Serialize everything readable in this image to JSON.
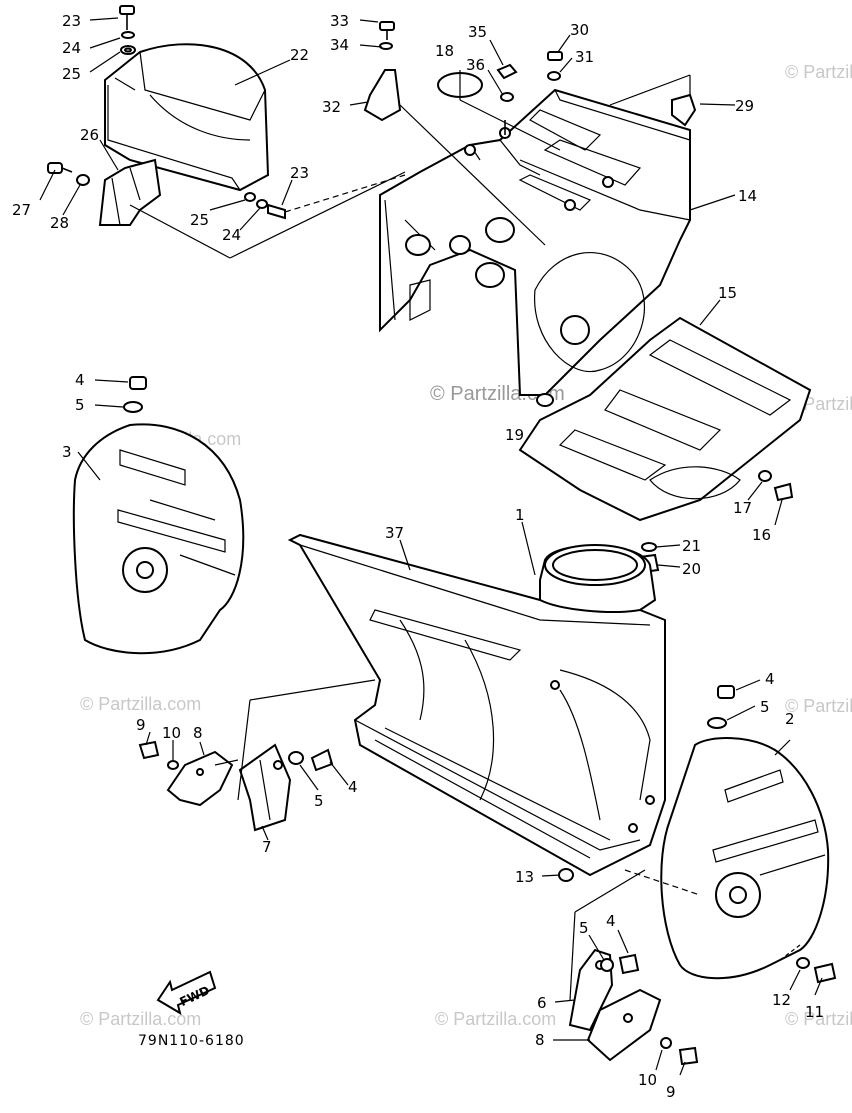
{
  "watermark": "© Partzilla.com",
  "part_code": "79N110-6180",
  "fwd_label": "FWD",
  "callouts": {
    "c1": "1",
    "c2": "2",
    "c3": "3",
    "c4a": "4",
    "c4b": "4",
    "c4c": "4",
    "c4d": "4",
    "c5a": "5",
    "c5b": "5",
    "c5c": "5",
    "c5d": "5",
    "c6": "6",
    "c7": "7",
    "c8a": "8",
    "c8b": "8",
    "c9a": "9",
    "c9b": "9",
    "c10a": "10",
    "c10b": "10",
    "c11": "11",
    "c12": "12",
    "c13": "13",
    "c14": "14",
    "c15": "15",
    "c16": "16",
    "c17": "17",
    "c18": "18",
    "c19": "19",
    "c20": "20",
    "c21": "21",
    "c22": "22",
    "c23a": "23",
    "c23b": "23",
    "c24a": "24",
    "c24b": "24",
    "c25a": "25",
    "c25b": "25",
    "c26": "26",
    "c27": "27",
    "c28": "28",
    "c29": "29",
    "c30": "30",
    "c31": "31",
    "c32": "32",
    "c33": "33",
    "c34": "34",
    "c35": "35",
    "c36": "36",
    "c37": "37"
  }
}
